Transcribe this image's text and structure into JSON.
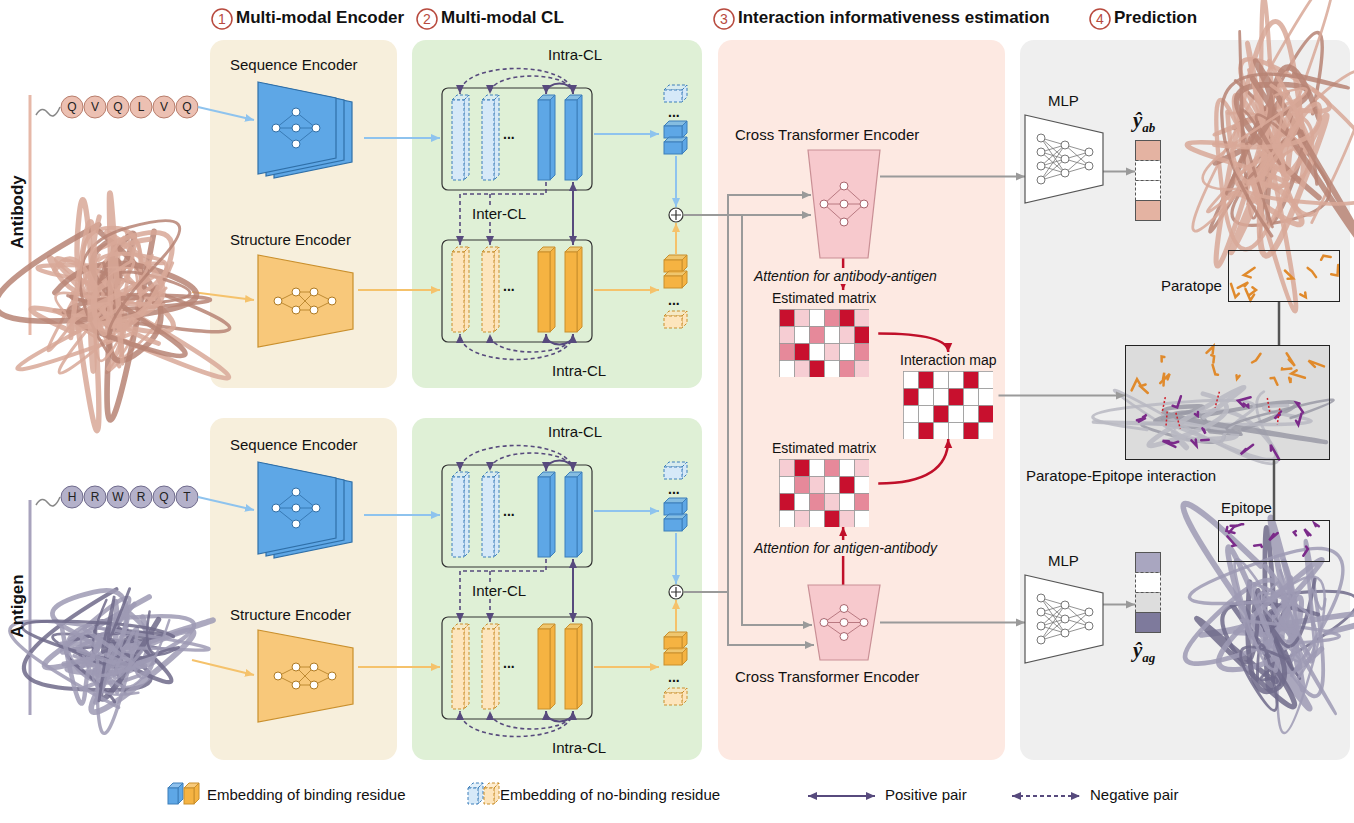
{
  "diagram": {
    "nodes": [
      {
        "text": [
          "Sequence Encoder"
        ]
      },
      {
        "text": [
          "Structure Encoder"
        ]
      },
      {
        "text": [
          "Sequence Encoder"
        ]
      },
      {
        "text": [
          "Structure Encoder"
        ]
      },
      {
        "text": [
          "Cross Transformer Encoder"
        ]
      },
      {
        "text": [
          "Cross Transformer Encoder"
        ]
      },
      {
        "text": [
          "Estimated matrix"
        ]
      },
      {
        "text": [
          "Estimated matrix"
        ]
      },
      {
        "text": [
          "Interaction map"
        ]
      },
      {
        "text": [
          "MLP"
        ]
      },
      {
        "text": [
          "MLP"
        ]
      },
      {
        "text": [
          "ŷ",
          "ab"
        ]
      },
      {
        "text": [
          "ŷ",
          "ag"
        ]
      },
      {
        "text": [
          "Paratope"
        ]
      },
      {
        "text": [
          "Paratope-Epitope interaction"
        ]
      },
      {
        "text": [
          "Epitope"
        ]
      }
    ],
    "edges": [
      {
        "from": 4,
        "to": 9,
        "arrow": "to"
      },
      {
        "from": 5,
        "to": 10,
        "arrow": "to"
      },
      {
        "from": 9,
        "to": 11,
        "arrow": "to"
      },
      {
        "from": 10,
        "to": 12,
        "arrow": "to"
      },
      {
        "from": 4,
        "to": 6,
        "arrow": "to"
      },
      {
        "from": 5,
        "to": 7,
        "arrow": "to"
      },
      {
        "from": 6,
        "to": 8,
        "arrow": "to"
      },
      {
        "from": 7,
        "to": 8,
        "arrow": "to"
      },
      {
        "from": 8,
        "to": 14,
        "arrow": "to"
      },
      {
        "from": 13,
        "to": 14,
        "arrow": "none"
      },
      {
        "from": 14,
        "to": 15,
        "arrow": "none"
      }
    ],
    "labels": [
      "1",
      "Multi-modal Encoder",
      "2",
      "Multi-modal CL",
      "3",
      "Interaction informativeness estimation",
      "4",
      "Prediction",
      "Antibody",
      "Antigen",
      "Q",
      "V",
      "Q",
      "L",
      "V",
      "Q",
      "H",
      "R",
      "W",
      "R",
      "Q",
      "T",
      "Intra-CL",
      "Inter-CL",
      "Intra-CL",
      "Intra-CL",
      "Inter-CL",
      "Intra-CL",
      "...",
      "...",
      "...",
      "...",
      "...",
      "...",
      "...",
      "...",
      "Attention for antibody-antigen",
      "Attention for antigen-antibody"
    ],
    "legend": [
      {
        "text": "Embedding of binding residue"
      },
      {
        "text": "Embedding of no-binding residue"
      },
      {
        "text": "Positive pair"
      },
      {
        "text": "Negative pair"
      }
    ]
  }
}
